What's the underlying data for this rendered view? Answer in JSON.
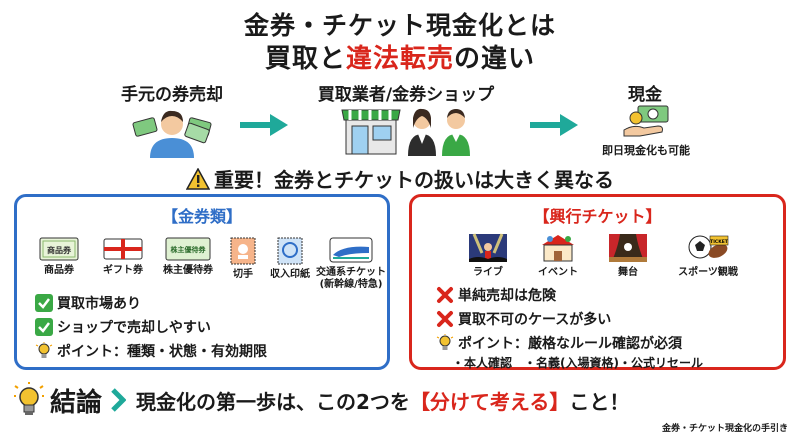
{
  "title": {
    "line1": "金券・チケット現金化とは",
    "line2_pre": "買取と",
    "line2_red": "違法転売",
    "line2_post": "の違い"
  },
  "flow": {
    "step1": "手元の券売却",
    "step2": "買取業者/金券ショップ",
    "step3": "現金",
    "step3_sub": "即日現金化も可能"
  },
  "important": "重要！金券とチケットの扱いは大きく異なる",
  "kinken": {
    "title": "【金券類】",
    "items": [
      {
        "label": "商品券",
        "icon": "ticket-icon"
      },
      {
        "label": "ギフト券",
        "icon": "gift-card-icon"
      },
      {
        "label": "株主優待券",
        "icon": "voucher-icon"
      },
      {
        "label": "切手",
        "icon": "stamp-icon"
      },
      {
        "label": "収入印紙",
        "icon": "revenue-stamp-icon"
      },
      {
        "label": "交通系チケット",
        "label2": "(新幹線/特急)",
        "icon": "train-ticket-icon"
      }
    ],
    "voucher_text": "株主優待券",
    "gift_text": "商品券",
    "points": [
      "買取市場あり",
      "ショップで売却しやすい"
    ],
    "note": "ポイント：種類・状態・有効期限"
  },
  "kougyou": {
    "title": "【興行チケット】",
    "items": [
      {
        "label": "ライブ",
        "icon": "concert-icon"
      },
      {
        "label": "イベント",
        "icon": "event-icon"
      },
      {
        "label": "舞台",
        "icon": "theater-icon"
      },
      {
        "label": "スポーツ観戦",
        "icon": "sports-icon"
      }
    ],
    "ticket_text": "TICKET",
    "points": [
      "単純売却は危険",
      "買取不可のケースが多い"
    ],
    "note": "ポイント：厳格なルール確認が必須",
    "subnote": "・本人確認　・名義(入場資格)・公式リセール"
  },
  "conclusion": {
    "word": "結論",
    "text_pre": "現金化の第一歩は、この2つを",
    "text_red": "【分けて考える】",
    "text_post": "こと！"
  },
  "footer": "金券・チケット現金化の手引き",
  "colors": {
    "blue": "#2f6ec7",
    "red": "#d9261c",
    "teal": "#1fa99a",
    "green": "#3aa845"
  }
}
